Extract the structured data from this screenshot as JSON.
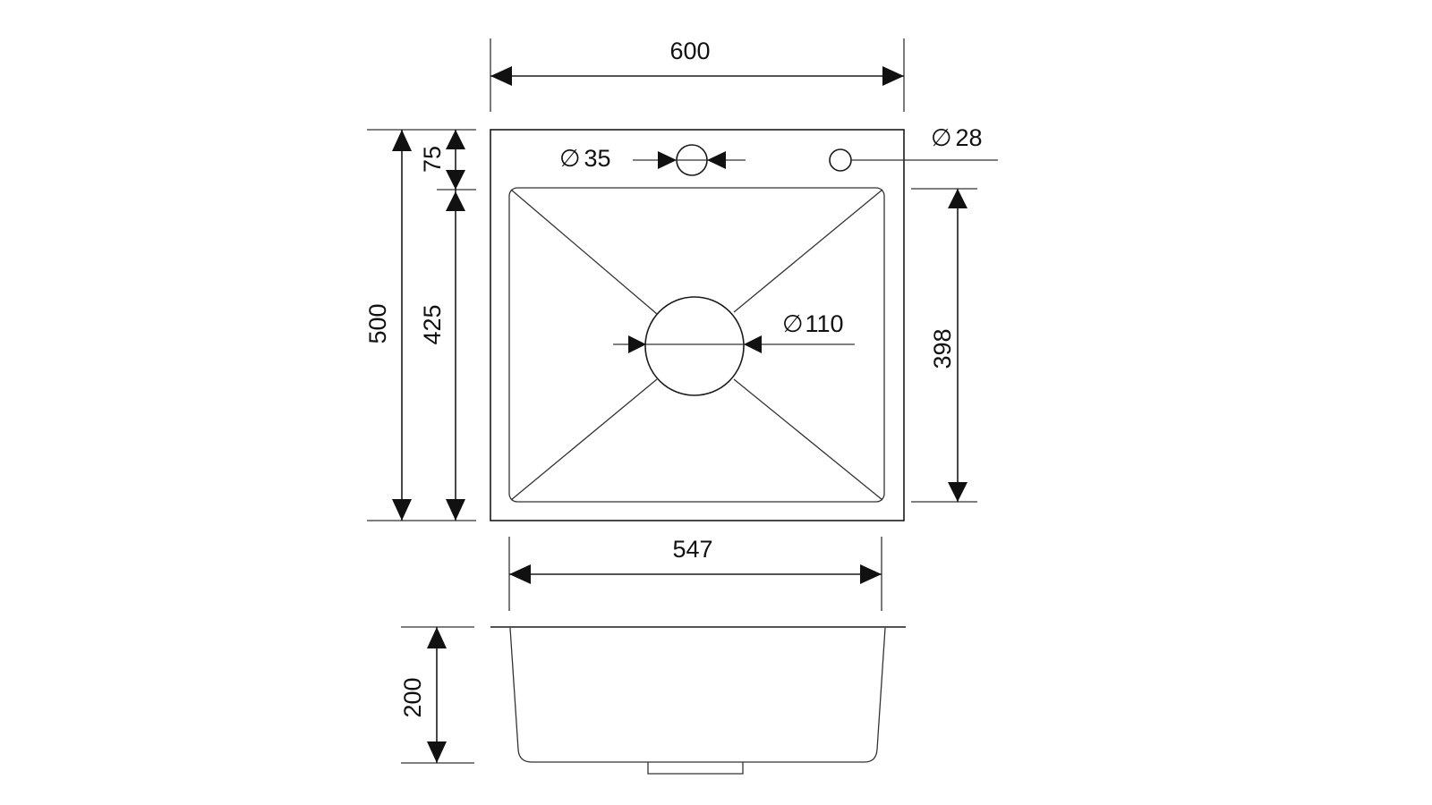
{
  "drawing": {
    "dimensions": {
      "overall_width": "600",
      "overall_depth": "500",
      "rim_to_bowl": "75",
      "bowl_depth_outer": "425",
      "bowl_depth_inner": "398",
      "bowl_width": "547",
      "height": "200",
      "faucet_hole": "35",
      "accessory_hole": "28",
      "drain": "110"
    },
    "diameter_symbol": "∅",
    "line_color": "#1a1a1a",
    "background": "#ffffff"
  }
}
